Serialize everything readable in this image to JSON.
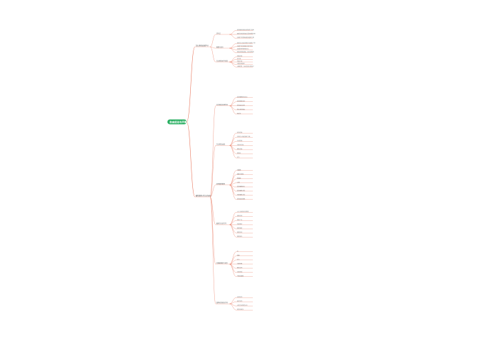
{
  "root": {
    "label": "自由运动与平衡"
  },
  "colors": {
    "root": "#27ae60",
    "edge": "#e8745a",
    "text": "#555555"
  },
  "branches": [
    {
      "label": "生长素的发现学习",
      "children": [
        {
          "label": "达尔文",
          "children": [
            {
              "label": "胚芽鞘在单侧光的照射下弯曲"
            },
            {
              "label": "感受光刺激的部位是胚芽鞘尖端"
            },
            {
              "label": "尖端产生某种刺激传递到下面"
            }
          ]
        },
        {
          "label": "詹森与拜尔",
          "children": [
            {
              "label": "刺激可以透过琼脂片传递给下部"
            },
            {
              "label": "尖端产生的刺激分布不均匀"
            },
            {
              "label": "造成胚芽鞘弯曲生长"
            },
            {
              "label": "温特证明刺激是一种化学物质"
            }
          ]
        },
        {
          "label": "生长素的化学本质",
          "children": [
            {
              "label": "吲哚乙酸"
            },
            {
              "label": "苯乙酸"
            },
            {
              "label": "吲哚丁酸"
            },
            {
              "label": "主要合成部位"
            },
            {
              "label": "幼嫩的芽、叶和发育中的种子"
            }
          ]
        }
      ]
    },
    {
      "label": "植物激素对生长的调节",
      "children": [
        {
          "label": "生长素的生理作用",
          "children": [
            {
              "label": "促进细胞伸长生长"
            },
            {
              "label": "促进插条生根"
            },
            {
              "label": "促进果实发育"
            },
            {
              "label": "防止落花落果"
            },
            {
              "label": "两重性"
            }
          ]
        },
        {
          "label": "生长素的运输",
          "children": [
            {
              "label": "极性运输"
            },
            {
              "label": "形态学上端运输到下端"
            },
            {
              "label": "主动运输"
            },
            {
              "label": "非极性运输"
            },
            {
              "label": "横向运输"
            },
            {
              "label": "单侧光"
            },
            {
              "label": "重力"
            }
          ]
        },
        {
          "label": "其他植物激素",
          "children": [
            {
              "label": "赤霉素"
            },
            {
              "label": "细胞分裂素"
            },
            {
              "label": "脱落酸"
            },
            {
              "label": "乙烯"
            },
            {
              "label": "促进细胞伸长"
            },
            {
              "label": "促进细胞分裂"
            },
            {
              "label": "抑制细胞分裂"
            },
            {
              "label": "促进果实成熟"
            }
          ]
        },
        {
          "label": "植物生长调节剂",
          "children": [
            {
              "label": "人工合成的化学物质"
            },
            {
              "label": "容易合成"
            },
            {
              "label": "原料广泛"
            },
            {
              "label": "效果稳定"
            },
            {
              "label": "施用浓度"
            },
            {
              "label": "施用时间"
            },
            {
              "label": "施用部位"
            }
          ]
        },
        {
          "label": "环境因素参与调节",
          "children": [
            {
              "label": "光"
            },
            {
              "label": "温度"
            },
            {
              "label": "重力"
            },
            {
              "label": "光敏色素"
            },
            {
              "label": "春化作用"
            },
            {
              "label": "年轮形成"
            },
            {
              "label": "平衡石细胞"
            }
          ]
        },
        {
          "label": "激素间的相互作用",
          "children": [
            {
              "label": "协同作用"
            },
            {
              "label": "拮抗作用"
            },
            {
              "label": "比例决定器官分化"
            },
            {
              "label": "顺序性调节"
            }
          ]
        }
      ]
    }
  ]
}
